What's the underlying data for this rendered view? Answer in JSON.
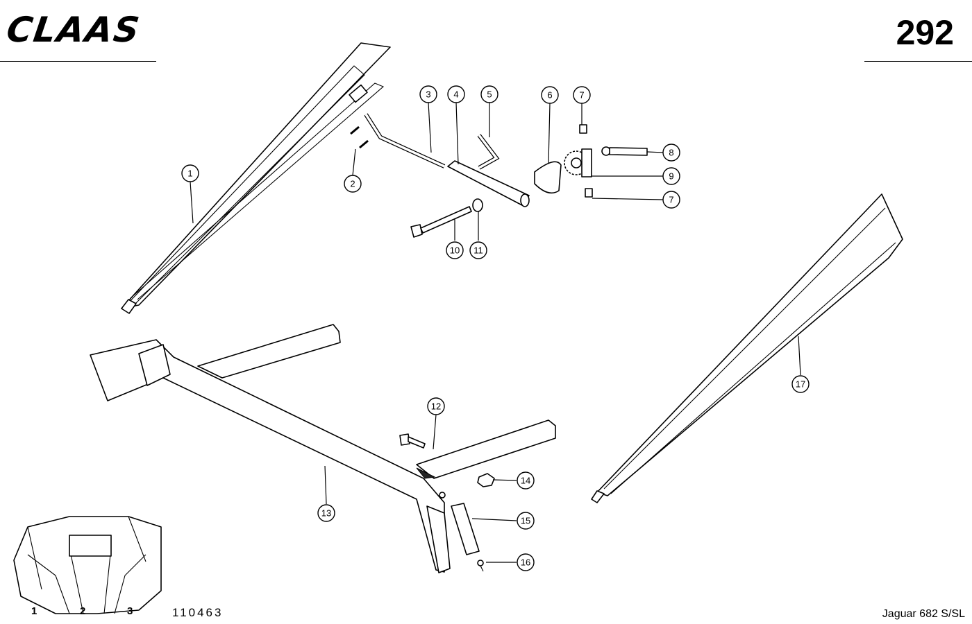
{
  "header": {
    "brand": "CLAAS",
    "page_number": "292"
  },
  "footer": {
    "drawing_number": "110463",
    "model": "Jaguar 682 S/SL",
    "positions": [
      "1",
      "2",
      "3"
    ]
  },
  "callouts": [
    "1",
    "2",
    "3",
    "4",
    "5",
    "6",
    "7",
    "8",
    "9",
    "7",
    "10",
    "11",
    "12",
    "13",
    "14",
    "15",
    "16",
    "17"
  ]
}
